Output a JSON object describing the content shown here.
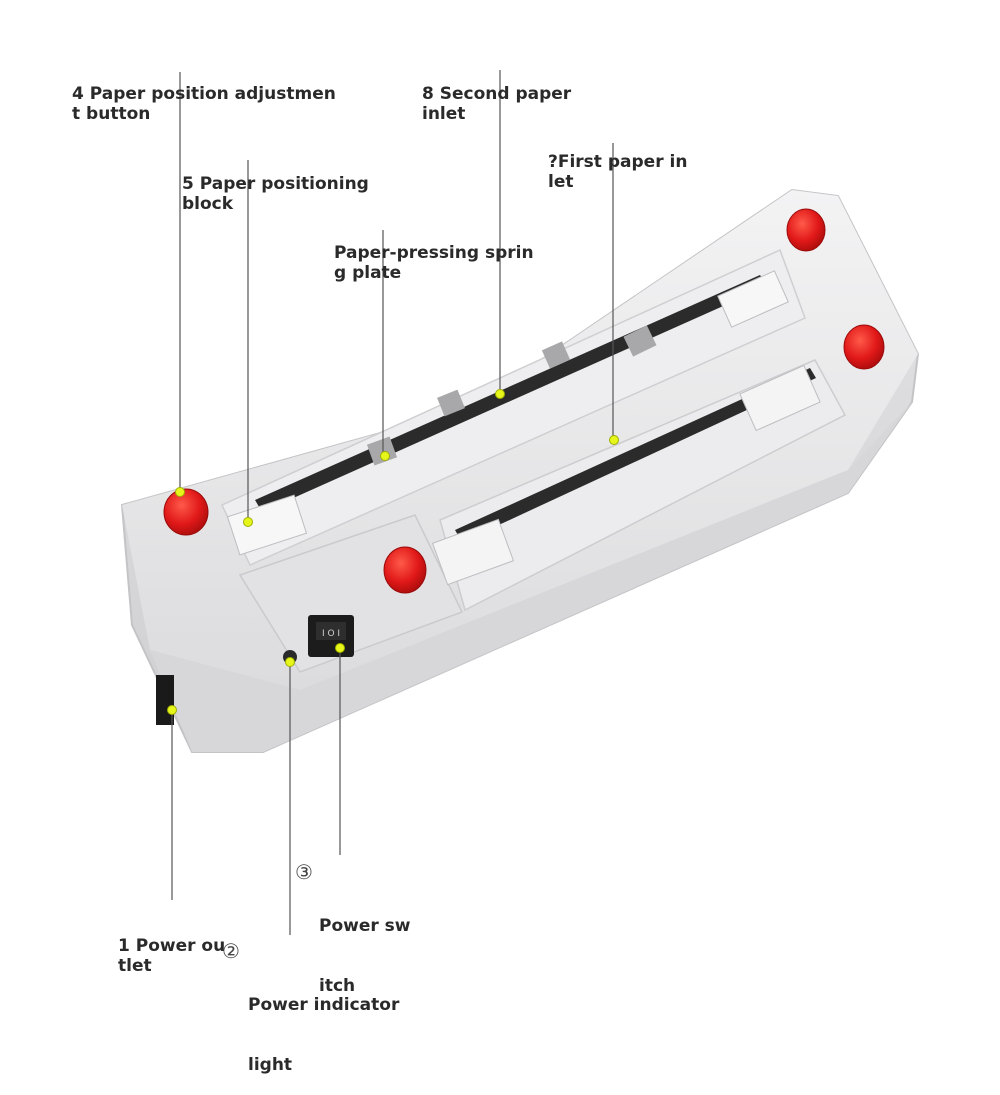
{
  "labels": {
    "l4": {
      "line1": "4 Paper position adjustmen",
      "line2": "t button"
    },
    "l8": {
      "line1": "8 Second paper",
      "line2": "inlet"
    },
    "l7": {
      "line1": "?First paper in",
      "line2": "let"
    },
    "l5": {
      "line1": "5 Paper positioning",
      "line2": "block"
    },
    "l6": {
      "line1": "Paper-pressing sprin",
      "line2": "g plate"
    },
    "l3": {
      "num": "③",
      "line1": "Power sw",
      "line2": "itch"
    },
    "l1": {
      "line1": "1 Power ou",
      "line2": "tlet"
    },
    "l2": {
      "num": "②",
      "line1": "Power indicator",
      "line2": "light"
    }
  },
  "switch_text": "I O I",
  "colors": {
    "knob": "#e01818",
    "body": "#e9e9ea",
    "marker": "#e6f51a"
  }
}
